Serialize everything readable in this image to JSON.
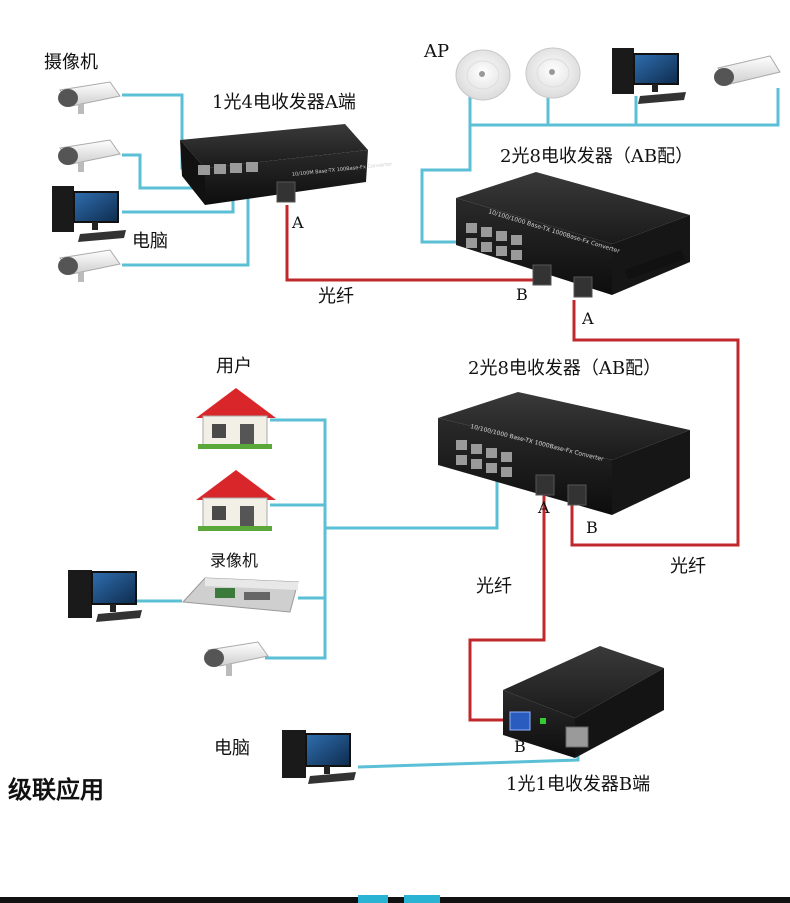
{
  "labels": {
    "camera_group": "摄像机",
    "ap": "AP",
    "tx_1x4_a": "1光4电收发器A端",
    "tx_2x8_top": "2光8电收发器（AB配）",
    "computer_top": "电脑",
    "fiber_top": "光纤",
    "port_a_1x4": "A",
    "port_b_top": "B",
    "port_a_top": "A",
    "users": "用户",
    "tx_2x8_mid": "2光8电收发器（AB配）",
    "nvr": "录像机",
    "port_a_mid": "A",
    "port_b_mid": "B",
    "fiber_right": "光纤",
    "fiber_mid": "光纤",
    "computer_bottom": "电脑",
    "port_b_1x1": "B",
    "tx_1x1_b": "1光1电收发器B端"
  },
  "device_print": {
    "converter_small": "10/100M Base-TX 100Base-Fx Converter",
    "converter_large": "10/100/1000 Base-TX 1000Base-Fx Converter"
  },
  "page_title": "级联应用",
  "colors": {
    "ethernet_cable": "#5bbfd6",
    "fiber_cable": "#c0282c",
    "device_body": "#1c1c1c",
    "accent": "#2bb3d4"
  }
}
